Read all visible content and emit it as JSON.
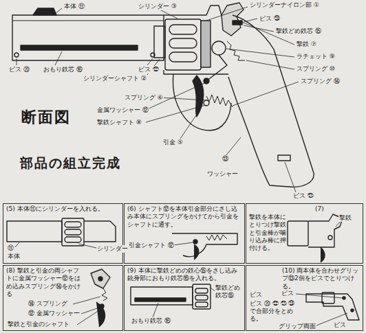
{
  "diagram": {
    "nodes": [
      {
        "text": [
          "(5) 本体⑪にシリンダーを入れる。"
        ]
      },
      {
        "text": [
          "(6) シャフト⑫を本体引金部分にさし込み本体にスプリングをかけてから引金をシャフトに通す。"
        ]
      },
      {
        "text": [
          "(7)",
          "撃鉄を本体にとりつけ撃鉄と引金棒が噛り込み棒に押付ける。"
        ]
      },
      {
        "text": [
          "(8) 撃鉄と引金の両シャフトに金属ワッシャー⑫をはめ込みスプリング⑭をかける"
        ]
      },
      {
        "text": [
          "(9) 本体に撃鉄どめの鉄心⑮をさし込み銃身部におもり鉄芯⑯を入れる。"
        ]
      },
      {
        "text": [
          "(10) 両本体を合わせグリップ⑬2個をビスでとりつける。"
        ]
      }
    ],
    "labels": [
      "本体 ⑪",
      "シリンダー ③",
      "シリンダーナイロン部 ①",
      "ビス ㉓",
      "撃鉄どめ鉄芯 ⑮",
      "撃鉄 ⑦",
      "ラチェット ⑨",
      "スプリング ⑩",
      "スプリング ⑭",
      "ビス ⑳",
      "おもり鉄芯 ⑯",
      "ビス ㉒",
      "シリンダーシャフト ②",
      "スプリング ⑥",
      "金属ワッシャー ⑫",
      "撃鉄シャフト ⑧",
      "引金 ⑤",
      "⑬",
      "ワッシャー",
      "ビス ㉑",
      "断面図",
      "部品の組立完成",
      "シリンダー",
      "⑪",
      "本体",
      "引金シャフト ⑫",
      "撃鉄",
      "⑭ スプリング",
      "⑫ 金属ワッシャー",
      "撃鉄と引金のシャフト",
      "撃鉄どめ鉄芯⑮",
      "おもり鉄芯 ⑯",
      "ビス",
      "ビス",
      "ビス ⑳ ㉒ ㉑ ㉓ で合部分をとめる。",
      "グリップ両面",
      "ビス"
    ]
  }
}
